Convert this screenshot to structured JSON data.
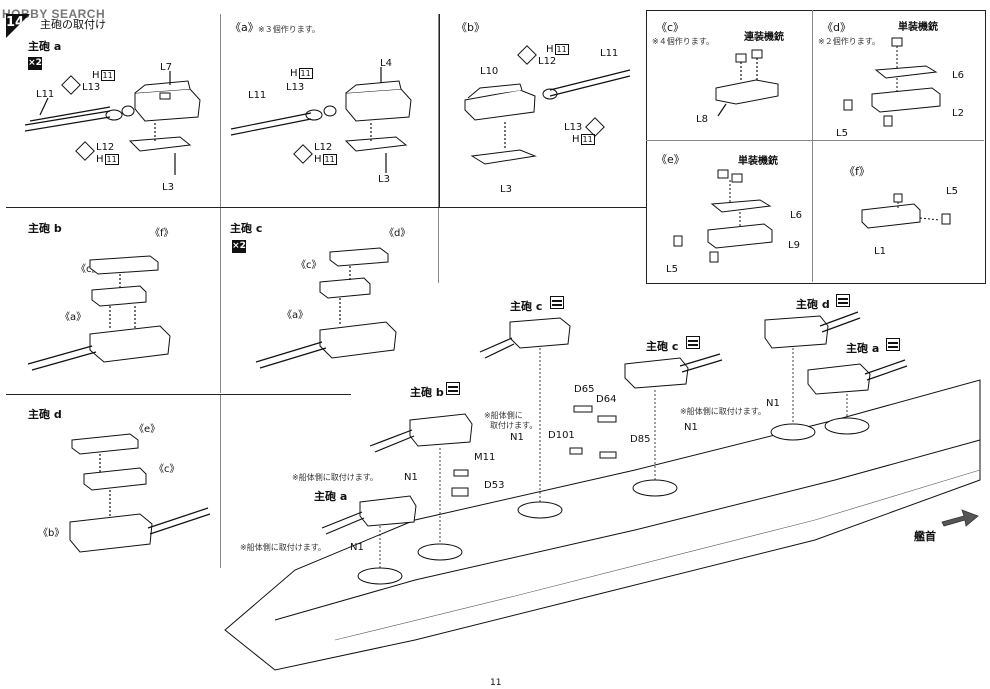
{
  "watermark": "HOBBY SEARCH",
  "step": {
    "number": "14",
    "title": "主砲の取付け"
  },
  "page_number": "11",
  "bow_label": "艦首",
  "panels": {
    "main_a": {
      "title": "主砲 a",
      "multiplier": "×2",
      "labels": {
        "L7": "L7",
        "L11": "L11",
        "L13": "L13",
        "H11": "H",
        "H11n": "11",
        "L12": "L12",
        "H11b": "H",
        "L3": "L3"
      }
    },
    "sub_a": {
      "title": "《a》",
      "note": "※３個作ります。",
      "labels": {
        "L4": "L4",
        "L11": "L11",
        "H": "H",
        "H11": "11",
        "L13": "L13",
        "L12": "L12",
        "H2": "H",
        "L3": "L3"
      }
    },
    "sub_b": {
      "title": "《b》",
      "labels": {
        "H": "H",
        "H11": "11",
        "L12": "L12",
        "L11": "L11",
        "L10": "L10",
        "L13": "L13",
        "H2": "H",
        "L3": "L3"
      }
    },
    "sub_c": {
      "title": "《c》",
      "note": "※４個作ります。",
      "heading": "連装機銃",
      "labels": {
        "L8": "L8"
      }
    },
    "sub_d": {
      "title": "《d》",
      "note": "※２個作ります。",
      "heading": "単装機銃",
      "labels": {
        "L6": "L6",
        "L5": "L5",
        "L2": "L2"
      }
    },
    "sub_e": {
      "title": "《e》",
      "heading": "単装機銃",
      "labels": {
        "L6": "L6",
        "L9": "L9",
        "L5": "L5"
      }
    },
    "sub_f": {
      "title": "《f》",
      "labels": {
        "L5": "L5",
        "L1": "L1"
      }
    },
    "main_b": {
      "title": "主砲 b",
      "tags": [
        "《f》",
        "《c》",
        "《a》"
      ]
    },
    "main_c": {
      "title": "主砲 c",
      "multiplier": "×2",
      "tags": [
        "《d》",
        "《c》",
        "《a》"
      ]
    },
    "main_d": {
      "title": "主砲 d",
      "tags": [
        "《e》",
        "《c》",
        "《b》"
      ]
    }
  },
  "ship": {
    "turrets": [
      {
        "id": "main-c-fwd",
        "label": "主砲 c"
      },
      {
        "id": "main-c-mid",
        "label": "主砲 c"
      },
      {
        "id": "main-d",
        "label": "主砲 d"
      },
      {
        "id": "main-a-aft",
        "label": "主砲 a"
      },
      {
        "id": "main-b",
        "label": "主砲 b"
      },
      {
        "id": "main-a-fwd",
        "label": "主砲 a"
      }
    ],
    "parts": {
      "D65": "D65",
      "D64": "D64",
      "D101": "D101",
      "D85": "D85",
      "M11": "M11",
      "D53": "D53",
      "N1": "N1"
    },
    "notes": {
      "hull1": "※船体側に",
      "hull1b": "取付けます。",
      "hull2": "※船体側に取付けます。",
      "hull3": "※船体側に取付けます。",
      "hull4": "※船体側に取付けます。"
    }
  }
}
